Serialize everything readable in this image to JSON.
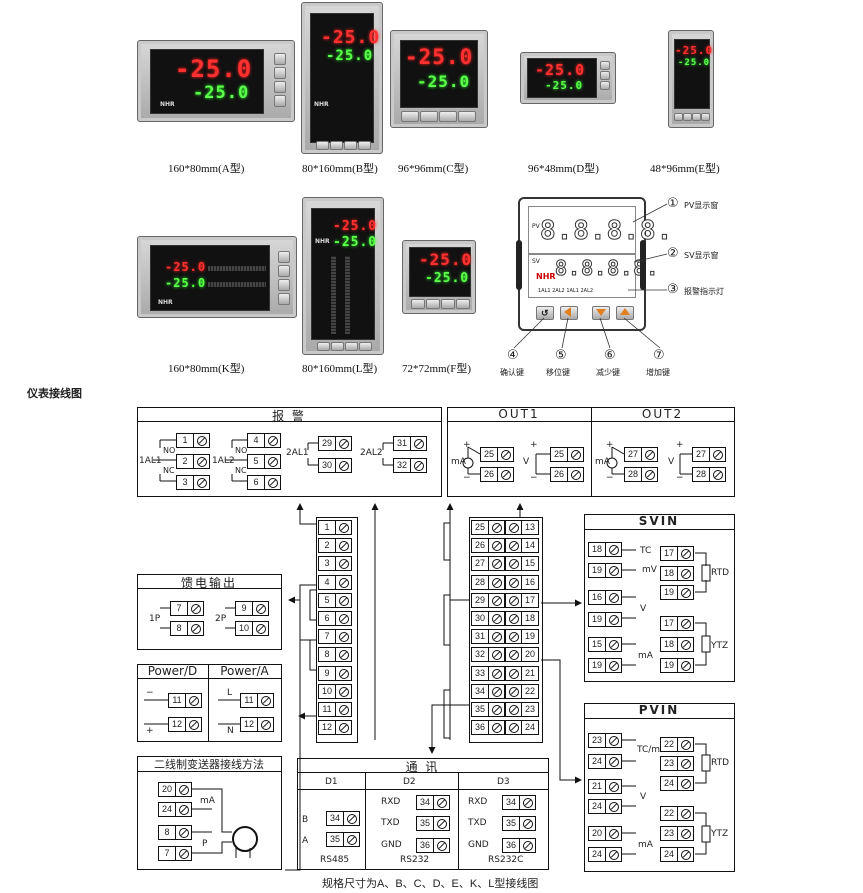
{
  "displays": {
    "pv": "-25.0",
    "sv": "-25.0",
    "brand": "NHR"
  },
  "models": [
    {
      "caption": "160*80mm(A型)"
    },
    {
      "caption": "80*160mm(B型)"
    },
    {
      "caption": "96*96mm(C型)"
    },
    {
      "caption": "96*48mm(D型)"
    },
    {
      "caption": "48*96mm(E型)"
    },
    {
      "caption": "160*80mm(K型)"
    },
    {
      "caption": "80*160mm(L型)"
    },
    {
      "caption": "72*72mm(F型)"
    }
  ],
  "front_panel": {
    "digits": "8.8.8.8.",
    "digits2": "8.8.8.8.",
    "pv_tag": "PV",
    "sv_tag": "SV",
    "alarm_leds": "1AL1   2AL2   1AL1   2AL2",
    "callouts": [
      {
        "num": "①",
        "text": "PV显示窗"
      },
      {
        "num": "②",
        "text": "SV显示窗"
      },
      {
        "num": "③",
        "text": "报警指示灯"
      }
    ],
    "keys": [
      {
        "num": "④",
        "text": "确认键"
      },
      {
        "num": "⑤",
        "text": "移位键"
      },
      {
        "num": "⑥",
        "text": "减少键"
      },
      {
        "num": "⑦",
        "text": "增加键"
      }
    ]
  },
  "section_title": "仪表接线图",
  "footer": "规格尺寸为A、B、C、D、E、K、L型接线图",
  "alarm": {
    "title": "报 警",
    "relay1": "1AL1",
    "relay2": "1AL2",
    "relay3": "2AL1",
    "relay4": "2AL2",
    "no": "NO",
    "nc": "NC"
  },
  "out": {
    "out1": "OUT1",
    "out2": "OUT2",
    "ma": "mA",
    "v": "V",
    "plus": "+",
    "minus": "−"
  },
  "feed": {
    "title": "馈电输出",
    "p1": "1P",
    "p2": "2P"
  },
  "power": {
    "d": "Power/D",
    "a": "Power/A",
    "l": "L",
    "n": "N",
    "minus": "−",
    "plus": "+"
  },
  "transmitter": {
    "title": "二线制变送器接线方法",
    "ma": "mA",
    "p": "P"
  },
  "comm": {
    "title": "通 讯",
    "d1": "D1",
    "d2": "D2",
    "d3": "D3",
    "b": "B",
    "a": "A",
    "rxd": "RXD",
    "txd": "TXD",
    "gnd": "GND",
    "rs485": "RS485",
    "rs232": "RS232",
    "rs232c": "RS232C"
  },
  "svin": {
    "title": "SVIN",
    "tc": "TC",
    "mv": "mV",
    "rtd": "RTD",
    "v": "V",
    "ma": "mA",
    "ytz": "YTZ"
  },
  "pvin": {
    "title": "PVIN",
    "tcmv": "TC/mV",
    "rtd": "RTD",
    "v": "V",
    "ma": "mA",
    "ytz": "YTZ"
  }
}
